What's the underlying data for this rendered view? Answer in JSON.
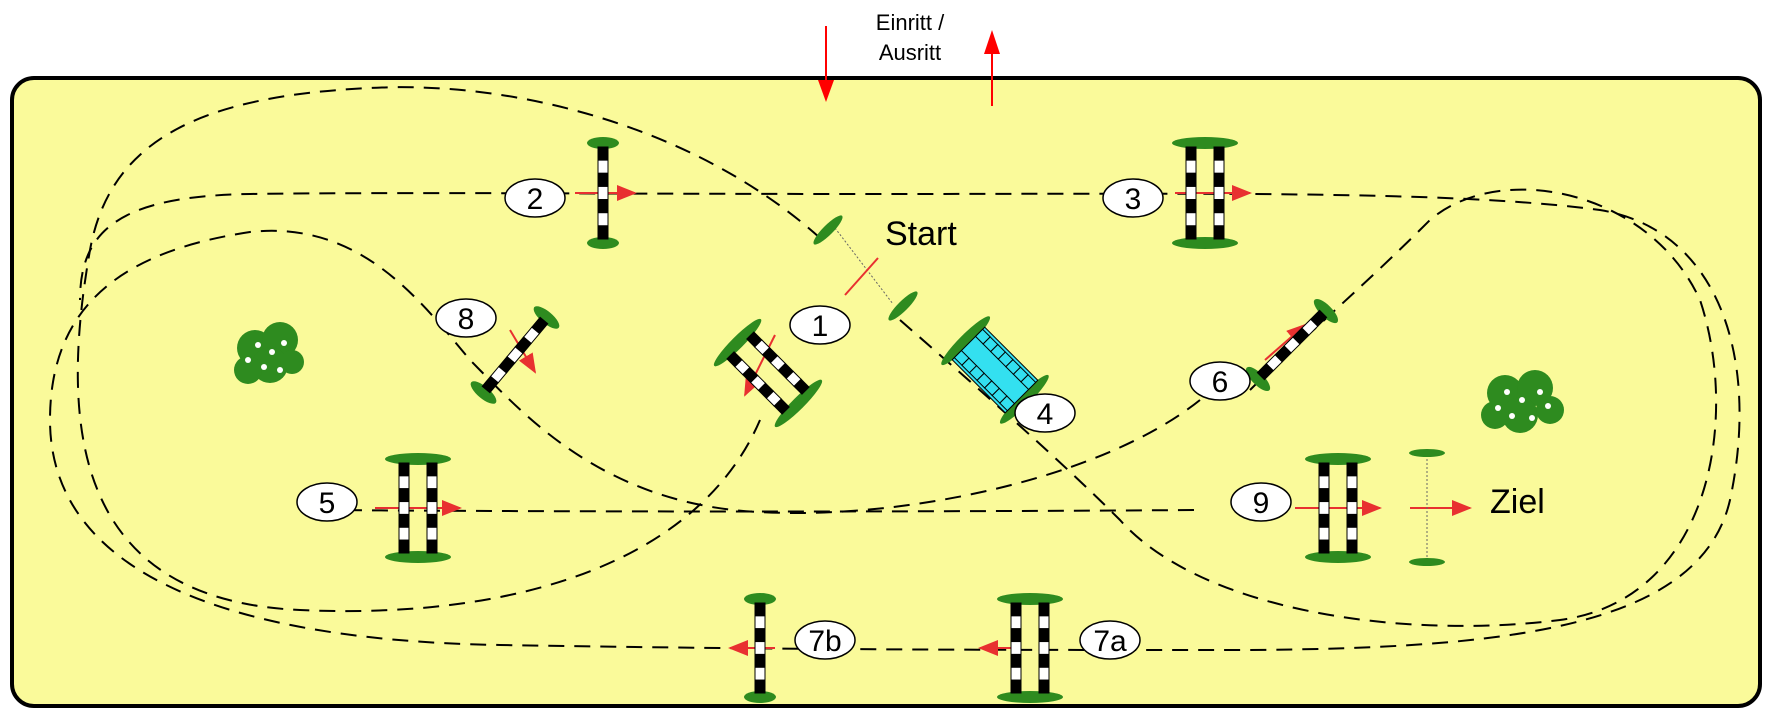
{
  "diagram": {
    "arena_color": "#fafa9a",
    "path_style": "dashed",
    "entry": {
      "line1": "Einritt /",
      "line2": "Ausritt",
      "arrow_color": "#ff0000"
    },
    "start_label": "Start",
    "finish_label": "Ziel",
    "obstacles": [
      {
        "number": "1",
        "type": "oxer",
        "rails": "black-white"
      },
      {
        "number": "2",
        "type": "vertical",
        "rails": "black-white"
      },
      {
        "number": "3",
        "type": "oxer",
        "rails": "black-white"
      },
      {
        "number": "4",
        "type": "water-oxer",
        "rails": "cyan"
      },
      {
        "number": "5",
        "type": "oxer",
        "rails": "black-white"
      },
      {
        "number": "6",
        "type": "vertical",
        "rails": "black-white"
      },
      {
        "number": "7a",
        "type": "oxer",
        "rails": "black-white"
      },
      {
        "number": "7b",
        "type": "vertical",
        "rails": "black-white"
      },
      {
        "number": "8",
        "type": "vertical",
        "rails": "black-white"
      },
      {
        "number": "9",
        "type": "oxer",
        "rails": "black-white"
      }
    ],
    "colors": {
      "pole_dark": "#000000",
      "pole_light": "#ffffff",
      "wing": "#2e8b1f",
      "water": "#33e0f0",
      "jump_arrow": "#e83030"
    }
  }
}
